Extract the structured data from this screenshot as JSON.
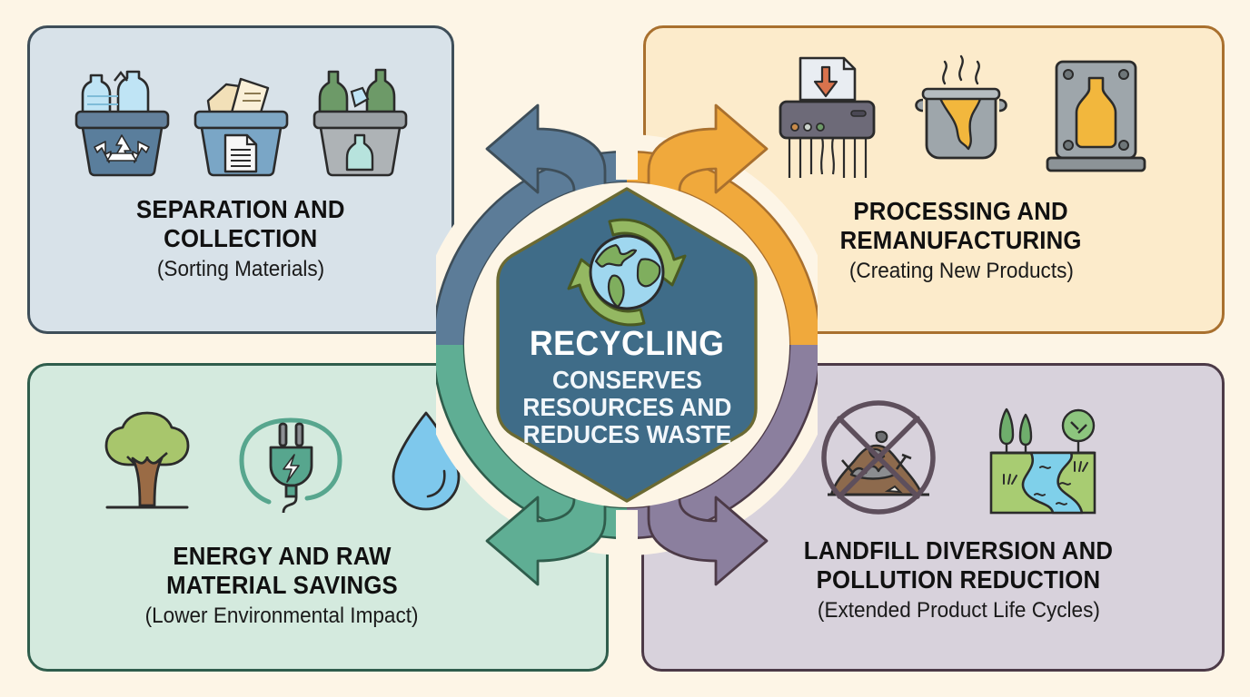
{
  "page": {
    "background_color": "#fdf5e6",
    "type": "cycle-infographic"
  },
  "hub": {
    "headline": "RECYCLING",
    "subline_1": "CONSERVES",
    "subline_2": "RESOURCES AND",
    "subline_3": "REDUCES WASTE",
    "icon": "globe-recycling-icon",
    "hexagon_color": "#3f6c88",
    "ring_colors": {
      "top_left": "#5c7c98",
      "top_right": "#f0a93c",
      "bottom_left": "#5fae94",
      "bottom_right": "#8b7f9e"
    }
  },
  "quadrants": [
    {
      "id": "separation-and-collection",
      "position": "top-left",
      "title_line_1": "SEPARATION AND",
      "title_line_2": "COLLECTION",
      "subtitle": "(Sorting Materials)",
      "background_color": "#d8e2e9",
      "border_color": "#3e4e59",
      "arrow_color": "#5c7c98",
      "icons": [
        "plastic-bottles-bin-icon",
        "paper-bin-icon",
        "glass-bottles-bin-icon"
      ]
    },
    {
      "id": "processing-and-remanufacturing",
      "position": "top-right",
      "title_line_1": "PROCESSING AND",
      "title_line_2": "REMANUFACTURING",
      "subtitle": "(Creating New Products)",
      "background_color": "#fcebcb",
      "border_color": "#a9702e",
      "arrow_color": "#f0a93c",
      "icons": [
        "shredder-icon",
        "melting-pot-icon",
        "molding-press-icon"
      ]
    },
    {
      "id": "energy-and-raw-material-savings",
      "position": "bottom-left",
      "title_line_1": "ENERGY AND RAW",
      "title_line_2": "MATERIAL SAVINGS",
      "subtitle": "(Lower Environmental Impact)",
      "background_color": "#d4eade",
      "border_color": "#2f5d4c",
      "arrow_color": "#5fae94",
      "icons": [
        "tree-icon",
        "power-plug-icon",
        "water-drop-icon"
      ]
    },
    {
      "id": "landfill-diversion-and-pollution-reduction",
      "position": "bottom-right",
      "title_line_1": "LANDFILL DIVERSION AND",
      "title_line_2": "POLLUTION REDUCTION",
      "subtitle": "(Extended Product Life Cycles)",
      "background_color": "#d8d2dc",
      "border_color": "#4c3a47",
      "arrow_color": "#8b7f9e",
      "icons": [
        "no-landfill-icon",
        "clean-river-landscape-icon"
      ]
    }
  ]
}
